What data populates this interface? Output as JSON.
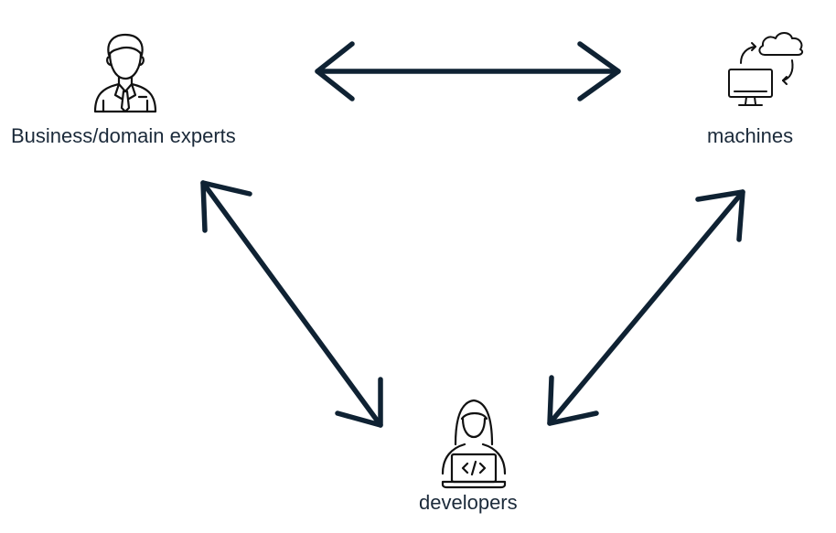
{
  "nodes": {
    "business": {
      "label": "Business/domain experts",
      "icon": "businessman-icon"
    },
    "machines": {
      "label": "machines",
      "icon": "computer-cloud-sync-icon"
    },
    "developers": {
      "label": "developers",
      "icon": "developer-laptop-icon"
    }
  },
  "edges": [
    {
      "from": "business",
      "to": "machines",
      "type": "bidirectional"
    },
    {
      "from": "business",
      "to": "developers",
      "type": "bidirectional"
    },
    {
      "from": "machines",
      "to": "developers",
      "type": "bidirectional"
    }
  ],
  "colors": {
    "arrow": "#0f2233",
    "icon": "#111111",
    "text": "#1b2a3a"
  }
}
